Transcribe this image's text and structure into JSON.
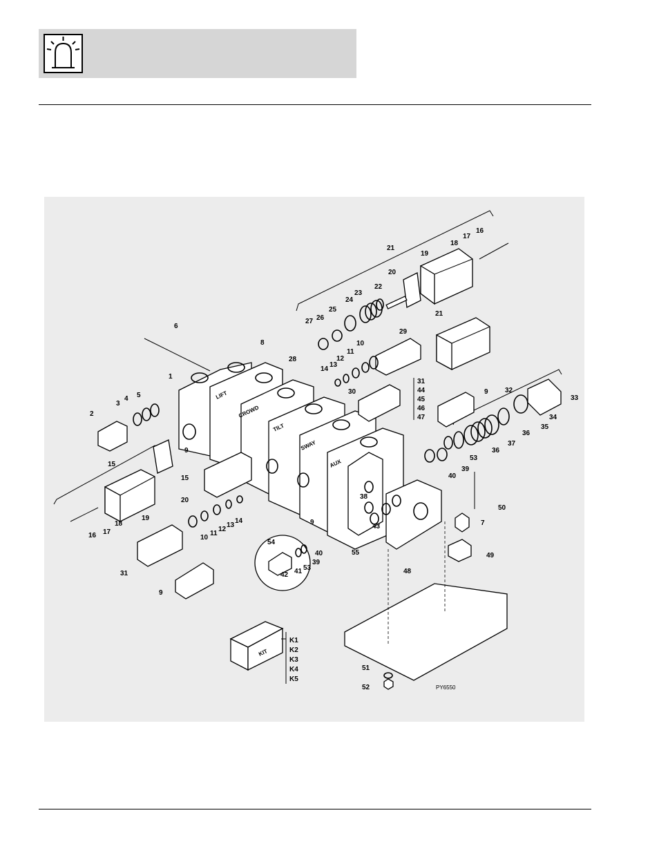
{
  "header": {
    "icon": "beacon-light-icon"
  },
  "figure": {
    "code": "PY6550",
    "section_labels": [
      "LIFT",
      "CROWD",
      "TILT",
      "SWAY",
      "AUX"
    ],
    "kit": {
      "box_label": "KIT",
      "kits": [
        "K1",
        "K2",
        "K3",
        "K4",
        "K5"
      ]
    },
    "grouped_callouts": [
      "31",
      "44",
      "45",
      "46",
      "47"
    ]
  }
}
